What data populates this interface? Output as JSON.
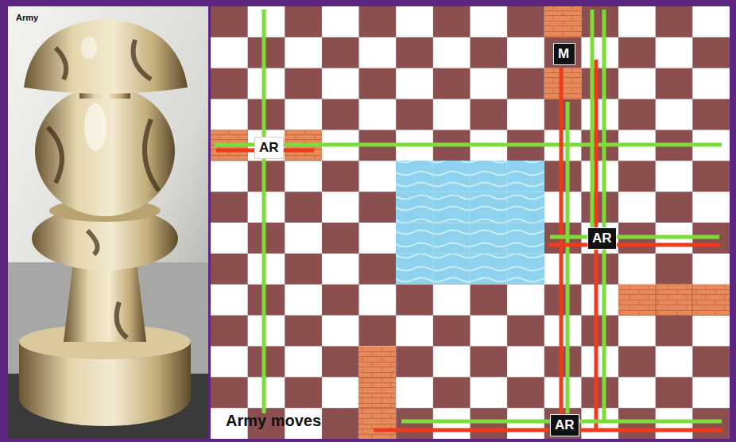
{
  "diagram": {
    "nodes": [
      {
        "text": [
          "AR"
        ]
      },
      {
        "text": [
          "M"
        ]
      },
      {
        "text": [
          "AR"
        ]
      },
      {
        "text": [
          "AR"
        ]
      }
    ],
    "labels": [
      "Army",
      "Army moves"
    ]
  }
}
